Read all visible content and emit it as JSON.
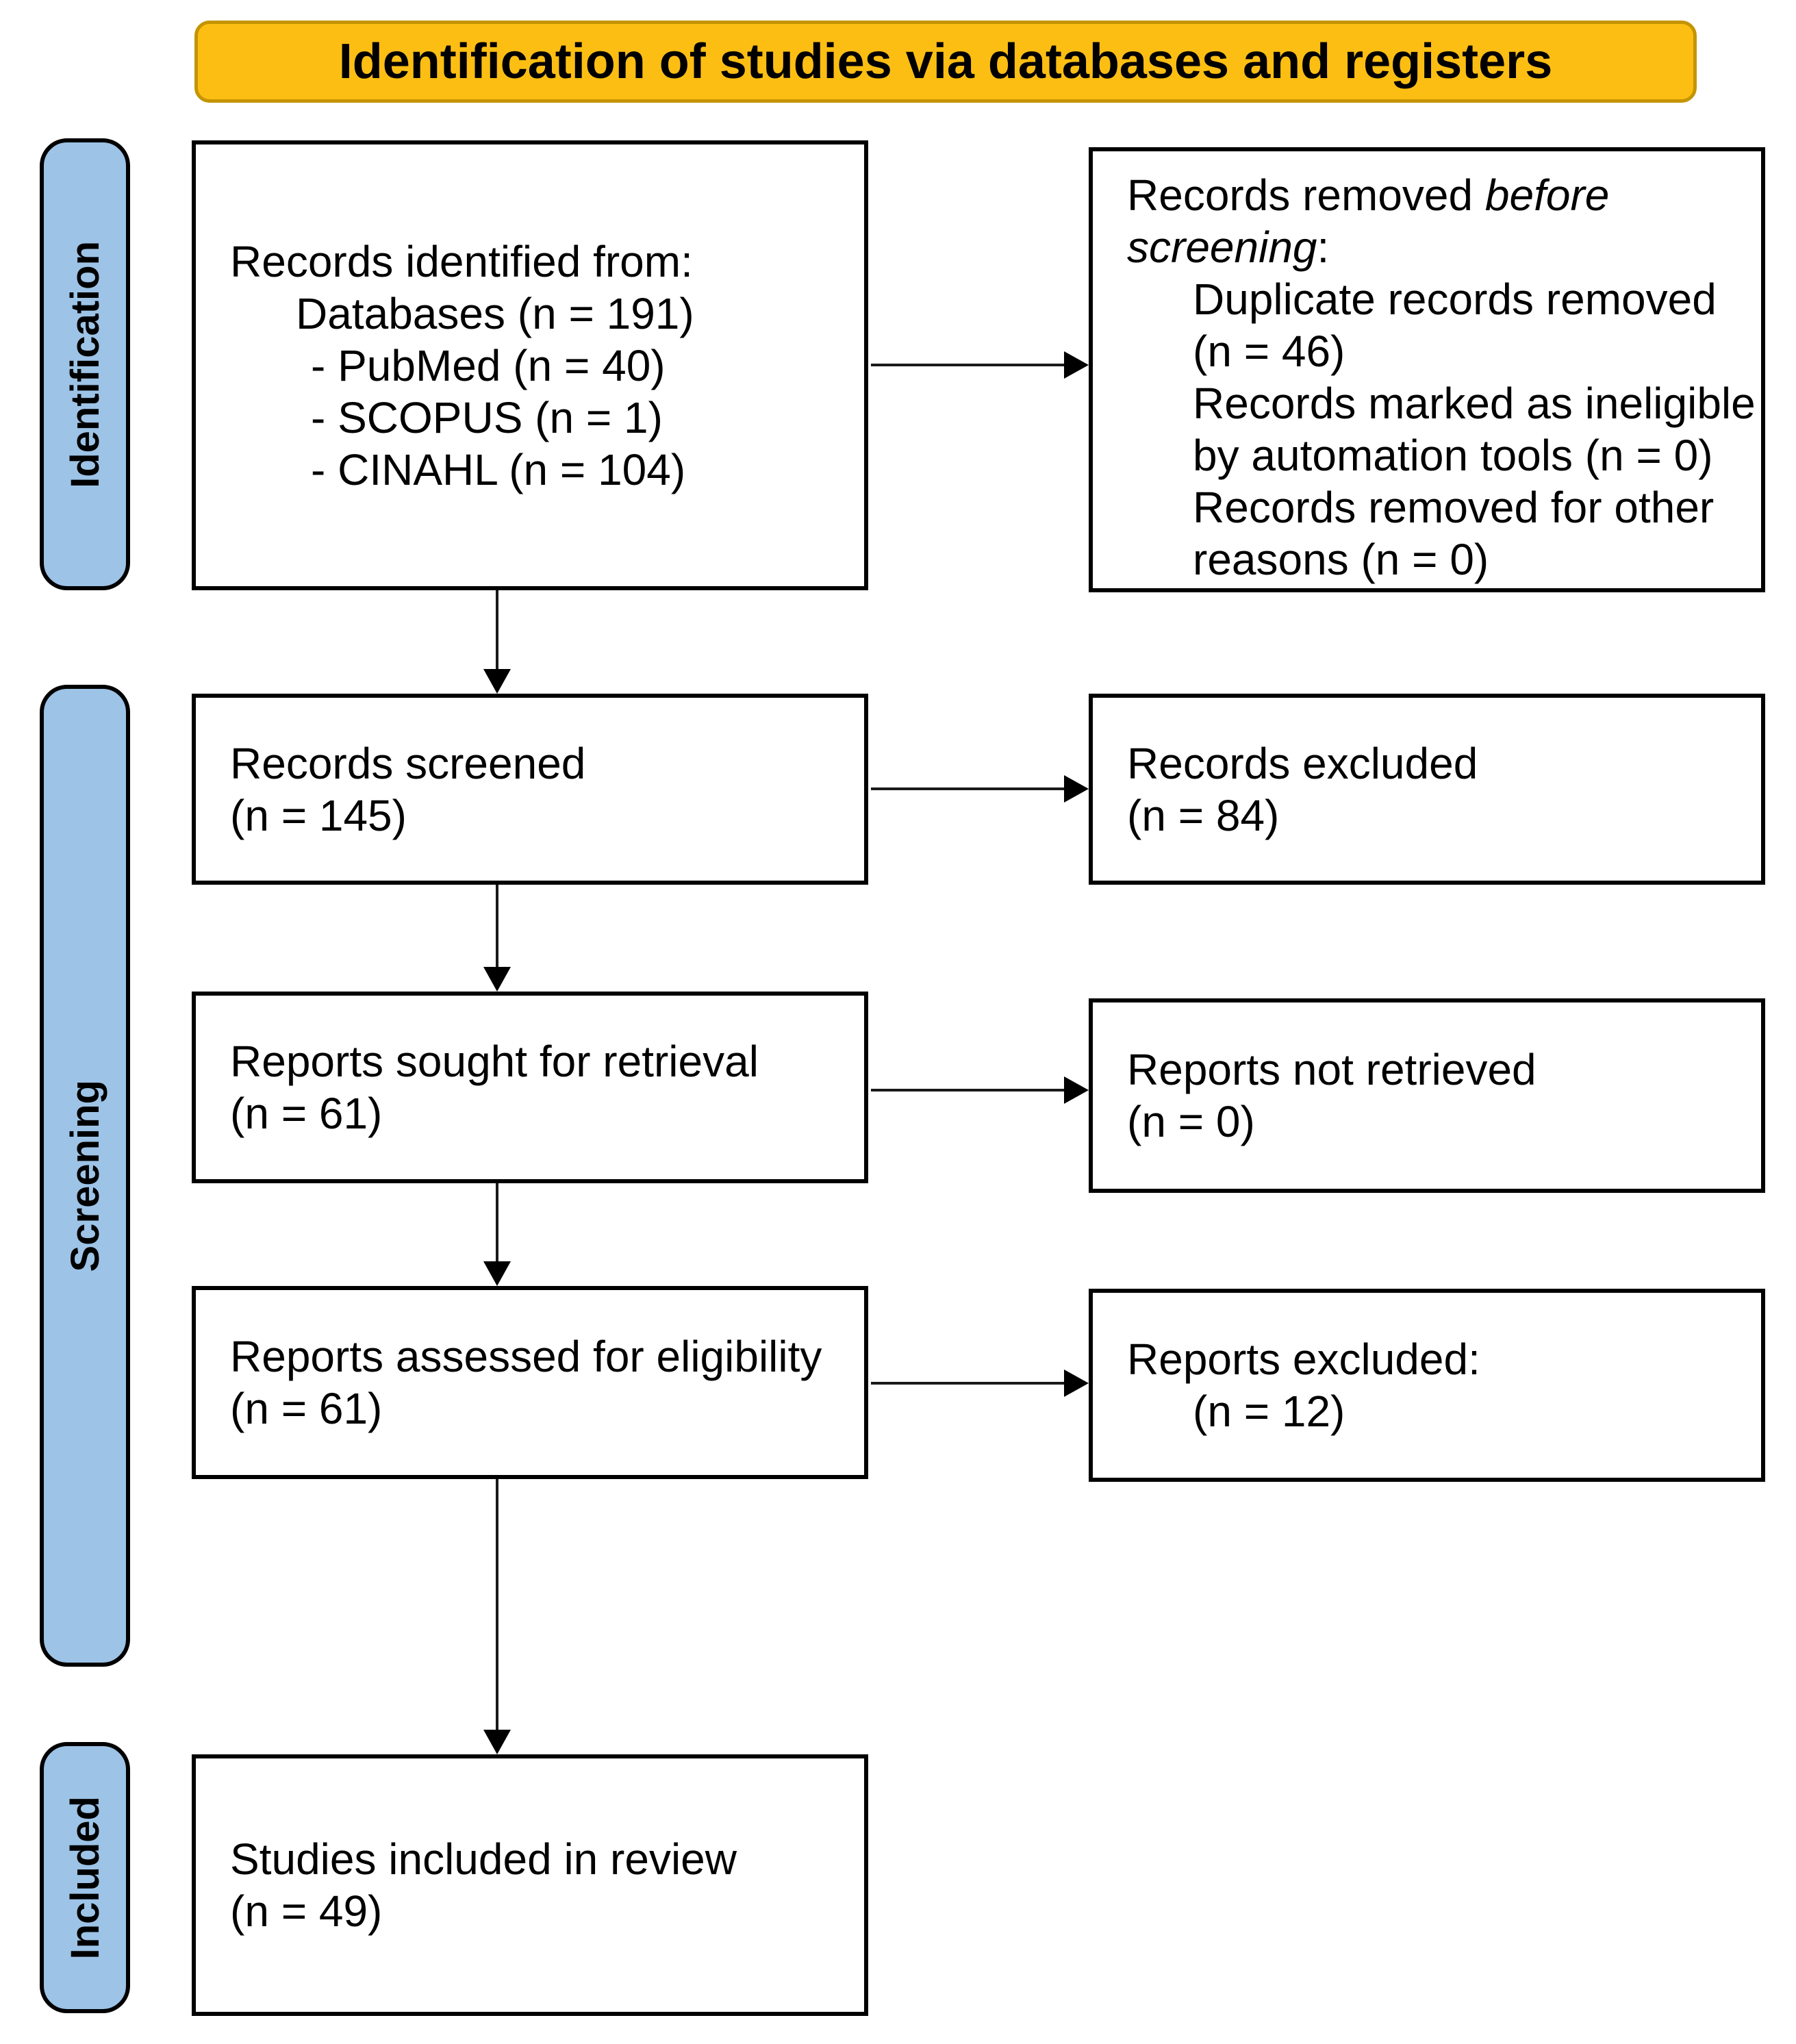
{
  "title": {
    "label": "Identification of studies via databases and registers"
  },
  "colors": {
    "banner_fill": "#FDBE13",
    "banner_border": "#C49400",
    "stage_fill": "#9DC3E6",
    "box_border": "#000000",
    "arrow": "#1a1a1a"
  },
  "stages": [
    {
      "id": "identification",
      "label": "Identification"
    },
    {
      "id": "screening",
      "label": "Screening"
    },
    {
      "id": "included",
      "label": "Included"
    }
  ],
  "boxes": {
    "records_identified": {
      "lines": [
        {
          "indent": 0,
          "segments": [
            {
              "text": "Records identified from:",
              "italic": false
            }
          ]
        },
        {
          "indent": 1,
          "segments": [
            {
              "text": "Databases (n = 191)",
              "italic": false
            }
          ]
        },
        {
          "indent": 2,
          "segments": [
            {
              "text": "- PubMed (n = 40)",
              "italic": false
            }
          ]
        },
        {
          "indent": 2,
          "segments": [
            {
              "text": "- SCOPUS (n = 1)",
              "italic": false
            }
          ]
        },
        {
          "indent": 2,
          "segments": [
            {
              "text": "- CINAHL (n = 104)",
              "italic": false
            }
          ]
        }
      ]
    },
    "records_removed": {
      "lines": [
        {
          "indent": 0,
          "segments": [
            {
              "text": "Records removed ",
              "italic": false
            },
            {
              "text": "before",
              "italic": true
            }
          ]
        },
        {
          "indent": 0,
          "segments": [
            {
              "text": "screening",
              "italic": true
            },
            {
              "text": ":",
              "italic": false
            }
          ]
        },
        {
          "indent": 1,
          "segments": [
            {
              "text": "Duplicate records removed",
              "italic": false
            }
          ]
        },
        {
          "indent": 1,
          "segments": [
            {
              "text": "(n = 46)",
              "italic": false
            }
          ]
        },
        {
          "indent": 1,
          "segments": [
            {
              "text": "Records marked as ineligible",
              "italic": false
            }
          ]
        },
        {
          "indent": 1,
          "segments": [
            {
              "text": "by automation tools (n = 0)",
              "italic": false
            }
          ]
        },
        {
          "indent": 1,
          "segments": [
            {
              "text": "Records removed for other",
              "italic": false
            }
          ]
        },
        {
          "indent": 1,
          "segments": [
            {
              "text": "reasons (n = 0)",
              "italic": false
            }
          ]
        }
      ]
    },
    "records_screened": {
      "lines": [
        {
          "indent": 0,
          "segments": [
            {
              "text": "Records screened",
              "italic": false
            }
          ]
        },
        {
          "indent": 0,
          "segments": [
            {
              "text": "(n = 145)",
              "italic": false
            }
          ]
        }
      ]
    },
    "records_excluded": {
      "lines": [
        {
          "indent": 0,
          "segments": [
            {
              "text": "Records excluded",
              "italic": false
            }
          ]
        },
        {
          "indent": 0,
          "segments": [
            {
              "text": "(n = 84)",
              "italic": false
            }
          ]
        }
      ]
    },
    "reports_sought": {
      "lines": [
        {
          "indent": 0,
          "segments": [
            {
              "text": "Reports sought for retrieval",
              "italic": false
            }
          ]
        },
        {
          "indent": 0,
          "segments": [
            {
              "text": "(n = 61)",
              "italic": false
            }
          ]
        }
      ]
    },
    "reports_not_retrieved": {
      "lines": [
        {
          "indent": 0,
          "segments": [
            {
              "text": "Reports not retrieved",
              "italic": false
            }
          ]
        },
        {
          "indent": 0,
          "segments": [
            {
              "text": "(n = 0)",
              "italic": false
            }
          ]
        }
      ]
    },
    "reports_assessed": {
      "lines": [
        {
          "indent": 0,
          "segments": [
            {
              "text": "Reports assessed for eligibility",
              "italic": false
            }
          ]
        },
        {
          "indent": 0,
          "segments": [
            {
              "text": "(n = 61)",
              "italic": false
            }
          ]
        }
      ]
    },
    "reports_excluded": {
      "lines": [
        {
          "indent": 0,
          "segments": [
            {
              "text": "Reports excluded:",
              "italic": false
            }
          ]
        },
        {
          "indent": 1,
          "segments": [
            {
              "text": "(n = 12)",
              "italic": false
            }
          ]
        }
      ]
    },
    "studies_included": {
      "lines": [
        {
          "indent": 0,
          "segments": [
            {
              "text": "Studies included in review",
              "italic": false
            }
          ]
        },
        {
          "indent": 0,
          "segments": [
            {
              "text": "(n = 49)",
              "italic": false
            }
          ]
        }
      ]
    }
  }
}
